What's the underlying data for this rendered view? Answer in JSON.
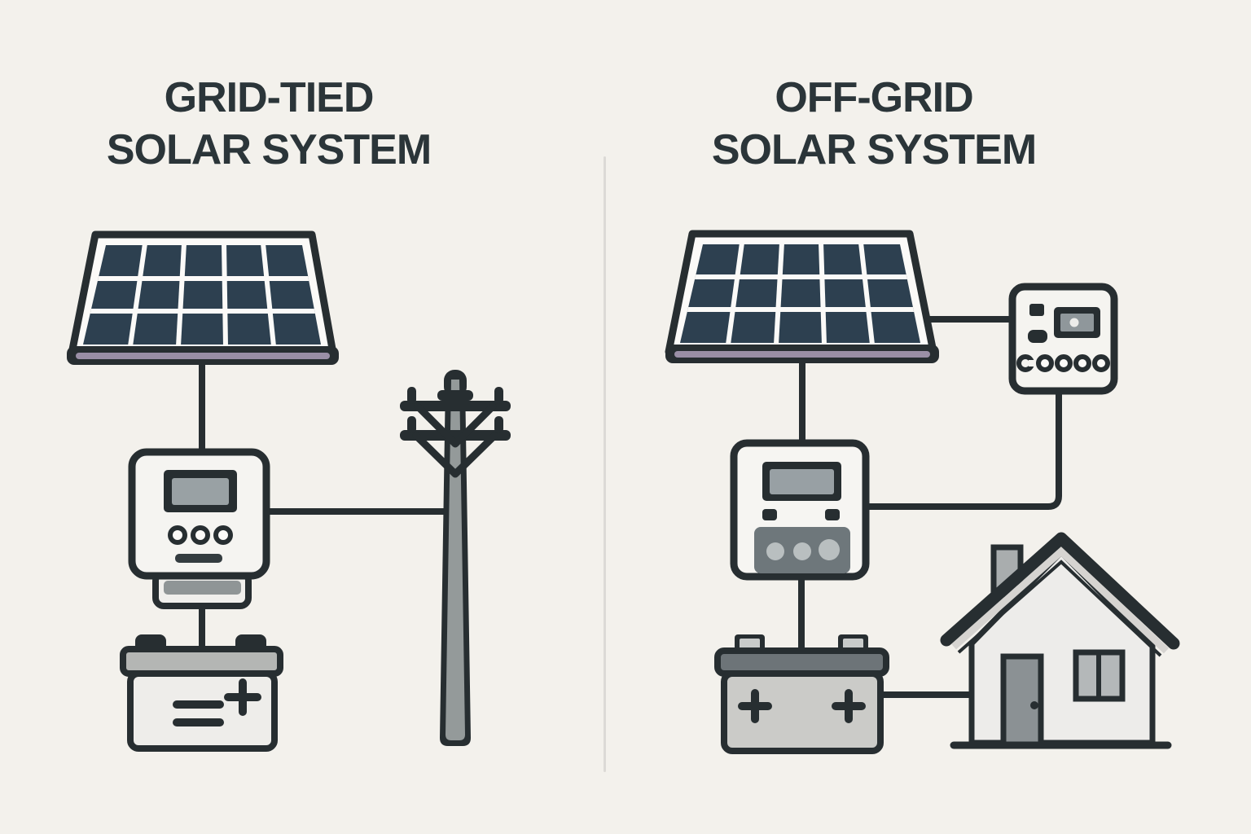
{
  "page": {
    "background_color": "#f3f1ec",
    "ink_color": "#272e31",
    "divider_color": "#dcdad6",
    "title_color": "#2b3539"
  },
  "left": {
    "title_line1": "GRID-TIED",
    "title_line2": "SOLAR SYSTEM",
    "components": [
      "solar-panel-icon",
      "inverter-icon",
      "battery-icon",
      "utility-pole-icon"
    ]
  },
  "right": {
    "title_line1": "OFF-GRID",
    "title_line2": "SOLAR SYSTEM",
    "components": [
      "solar-panel-icon",
      "charge-controller-icon",
      "inverter-icon",
      "battery-icon",
      "house-icon"
    ]
  },
  "colors": {
    "solar_cell": "#2d4050",
    "panel_frame_white": "#fbfaf8",
    "panel_trim_purple": "#9a8fa6",
    "pole_gray": "#949a9a",
    "device_body": "#f5f4f1",
    "screen_gray": "#99a1a4",
    "control_panel_gray": "#6e777b",
    "button_light_gray": "#b9bfc0",
    "battery_left_top": "#b4b6b4",
    "battery_left_body": "#eeedea",
    "battery_right_top": "#6d7478",
    "battery_right_body": "#cbcbc8",
    "house_body": "#edecea",
    "roof_stripe": "#d6d4d1",
    "chimney_gray": "#a9adae",
    "door_gray": "#8b9194",
    "window_pane": "#b4b8b9"
  }
}
